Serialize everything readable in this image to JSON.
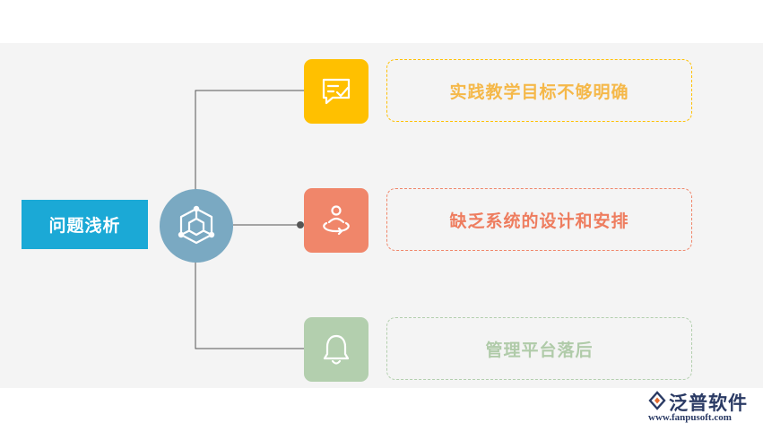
{
  "main_topic": {
    "label": "问题浅析",
    "color": "#1ba9d6"
  },
  "hub": {
    "icon": "network-cube-icon",
    "color": "#7aa9c2"
  },
  "items": [
    {
      "text": "实践教学目标不够明确",
      "icon": "message-check-icon",
      "color": "#ffc000",
      "text_color": "#f5b849"
    },
    {
      "text": "缺乏系统的设计和安排",
      "icon": "person-orbit-icon",
      "color": "#f0866a",
      "text_color": "#ee7d5f"
    },
    {
      "text": "管理平台落后",
      "icon": "bell-icon",
      "color": "#b3cfae",
      "text_color": "#b0cba9"
    }
  ],
  "brand": {
    "name": "泛普软件",
    "url": "www.fanpusoft.com",
    "color": "#2a3a64"
  }
}
